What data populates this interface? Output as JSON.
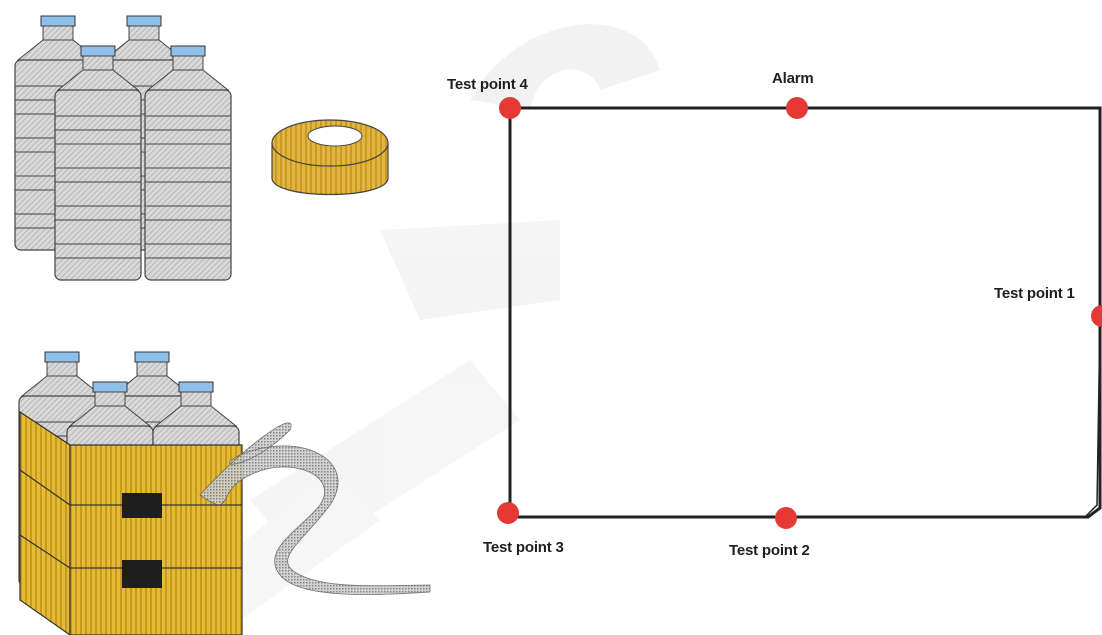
{
  "diagram": {
    "test_points": [
      {
        "id": "tp1",
        "label": "Test point 1"
      },
      {
        "id": "tp2",
        "label": "Test point 2"
      },
      {
        "id": "tp3",
        "label": "Test point 3"
      },
      {
        "id": "tp4",
        "label": "Test point 4"
      },
      {
        "id": "alarm",
        "label": "Alarm"
      }
    ],
    "illustrations": [
      "water-bottles",
      "tape-roll",
      "wrapped-bottle-pack"
    ],
    "colors": {
      "point": "#e53935",
      "wire": "#222222",
      "tape": "#e0b43a",
      "bottle": "#cfcfcf",
      "cap": "#86b9e6",
      "watermark": "#e6e6e6"
    }
  }
}
